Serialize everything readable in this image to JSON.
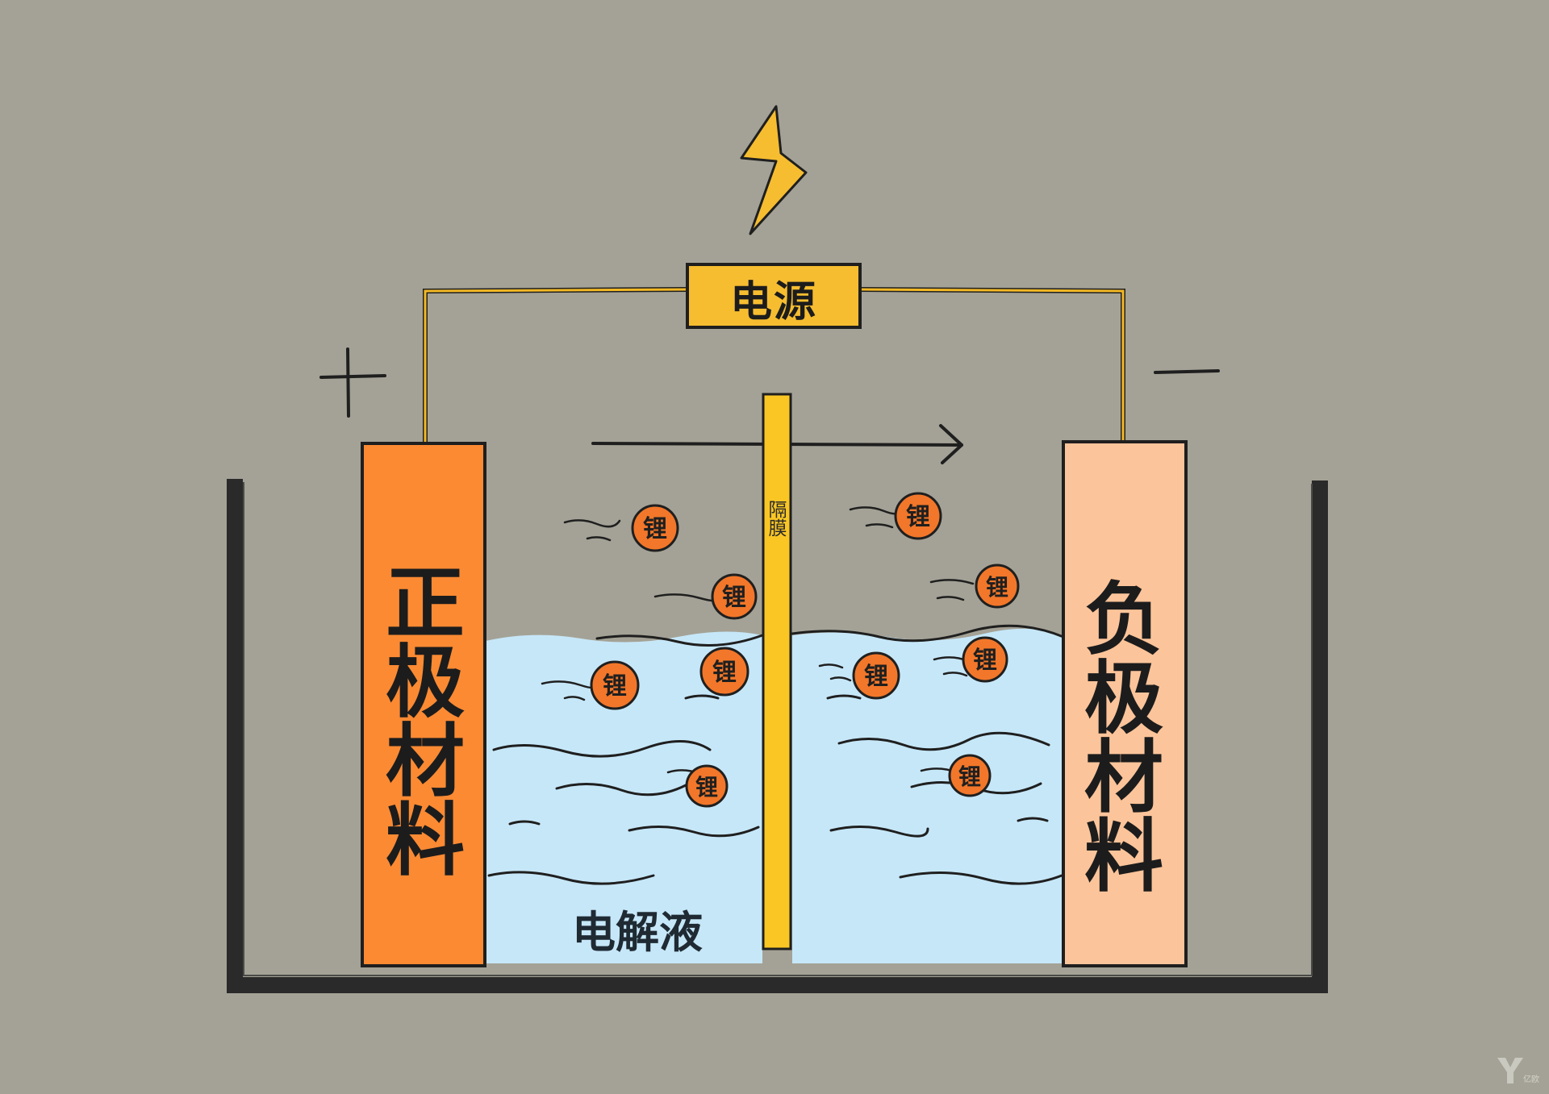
{
  "power_source": {
    "label": "电源"
  },
  "terminals": {
    "positive": "+",
    "negative": "−"
  },
  "cathode": {
    "label_chars": [
      "正",
      "极",
      "材",
      "料"
    ]
  },
  "anode": {
    "label_chars": [
      "负",
      "极",
      "材",
      "料"
    ]
  },
  "separator": {
    "label_chars": [
      "隔",
      "膜"
    ]
  },
  "electrolyte": {
    "label": "电解液"
  },
  "lithium_ion": {
    "label": "锂"
  },
  "logo": {
    "text": "亿欧"
  },
  "colors": {
    "background": "#a4a296",
    "wire": "#f3b824",
    "power_box": "#f6bd30",
    "cathode": "#fb8a33",
    "anode": "#fcc49a",
    "separator": "#f9c624",
    "electrolyte": "#c6e7f8",
    "lithium_ion": "#f2772a",
    "container": "#2a2a2a"
  }
}
